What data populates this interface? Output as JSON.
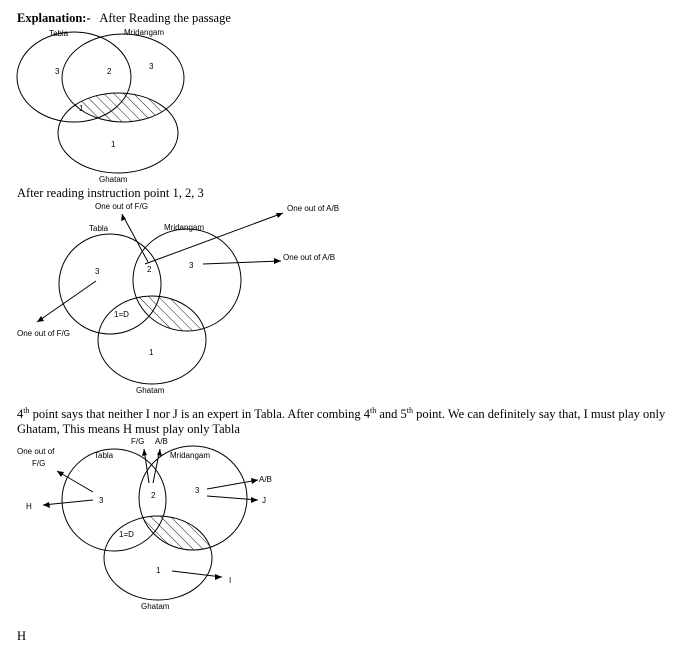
{
  "heading": {
    "label": "Explanation:-",
    "text": "After Reading the passage"
  },
  "caption_2": "After reading instruction point 1, 2, 3",
  "para_3": {
    "p1": "4",
    "sup1": "th",
    "p2": " point says that neither I nor J is an expert in Tabla. After combing 4",
    "sup2": "th",
    "p3": " and 5",
    "sup3": "th",
    "p4": " point. We can  definitely say that, I must play only Ghatam, This means H must play only Tabla"
  },
  "answer": "H",
  "diagram1": {
    "labels": {
      "tabla": "Tabla",
      "mridangam": "Mridangam",
      "ghatam": "Ghatam"
    },
    "counts": {
      "tabla_only": "3",
      "tabla_mridangam": "2",
      "mridangam_only": "3",
      "tabla_ghatam": "1",
      "ghatam_only": "1"
    }
  },
  "diagram2": {
    "labels": {
      "tabla": "Tabla",
      "mridangam": "Mridangam",
      "ghatam": "Ghatam"
    },
    "counts": {
      "tabla_only": "3",
      "tabla_mridangam": "2",
      "mridangam_only": "3",
      "tabla_ghatam": "1=D",
      "ghatam_only": "1"
    },
    "arrows": {
      "top": "One out of F/G",
      "right_top": "One out of A/B",
      "right_mid": "One out of A/B",
      "left": "One out of F/G"
    }
  },
  "diagram3": {
    "labels": {
      "tabla": "Tabla",
      "mridangam": "Mridangam",
      "ghatam": "Ghatam"
    },
    "counts": {
      "tabla_only": "3",
      "tabla_mridangam": "2",
      "mridangam_only": "3",
      "tabla_ghatam": "1=D",
      "ghatam_only": "1"
    },
    "arrows": {
      "top_fg": "F/G",
      "top_ab": "A/B",
      "left_top_line1": "One out of",
      "left_top_line2": "F/G",
      "left_h": "H",
      "right_ab": "A/B",
      "right_j": "J",
      "bottom_i": "I"
    }
  }
}
